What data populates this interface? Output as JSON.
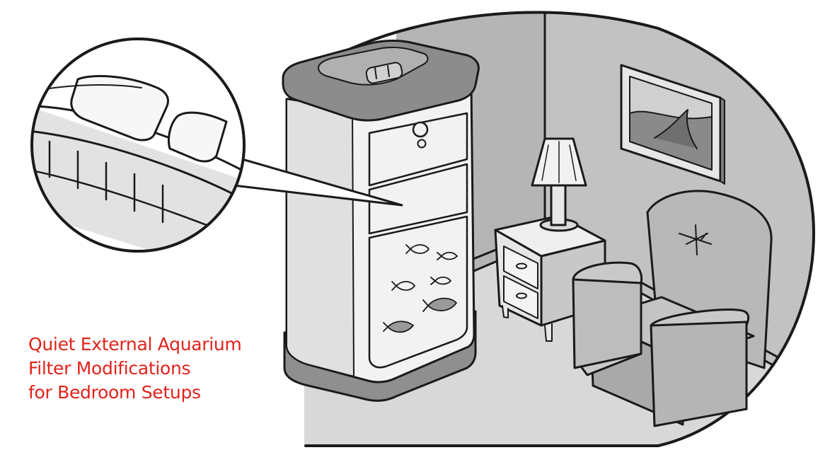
{
  "title": {
    "line1": "Quiet External Aquarium",
    "line2": "Filter Modifications",
    "line3": "for Bedroom Setups",
    "color": "#e2231a"
  },
  "palette": {
    "ink": "#1a1a1a",
    "wall": "#b9b9b9",
    "wall_dark": "#9e9e9e",
    "floor": "#d4d4d4",
    "filter_cap": "#8f8f8f",
    "filter_body": "#f2f2f2",
    "chair": "#b3b3b3",
    "fish": "#9a9a9a"
  },
  "icons": [
    "pillow-icon",
    "fish-icon",
    "lamp-icon",
    "chair-icon",
    "picture-frame-icon"
  ]
}
